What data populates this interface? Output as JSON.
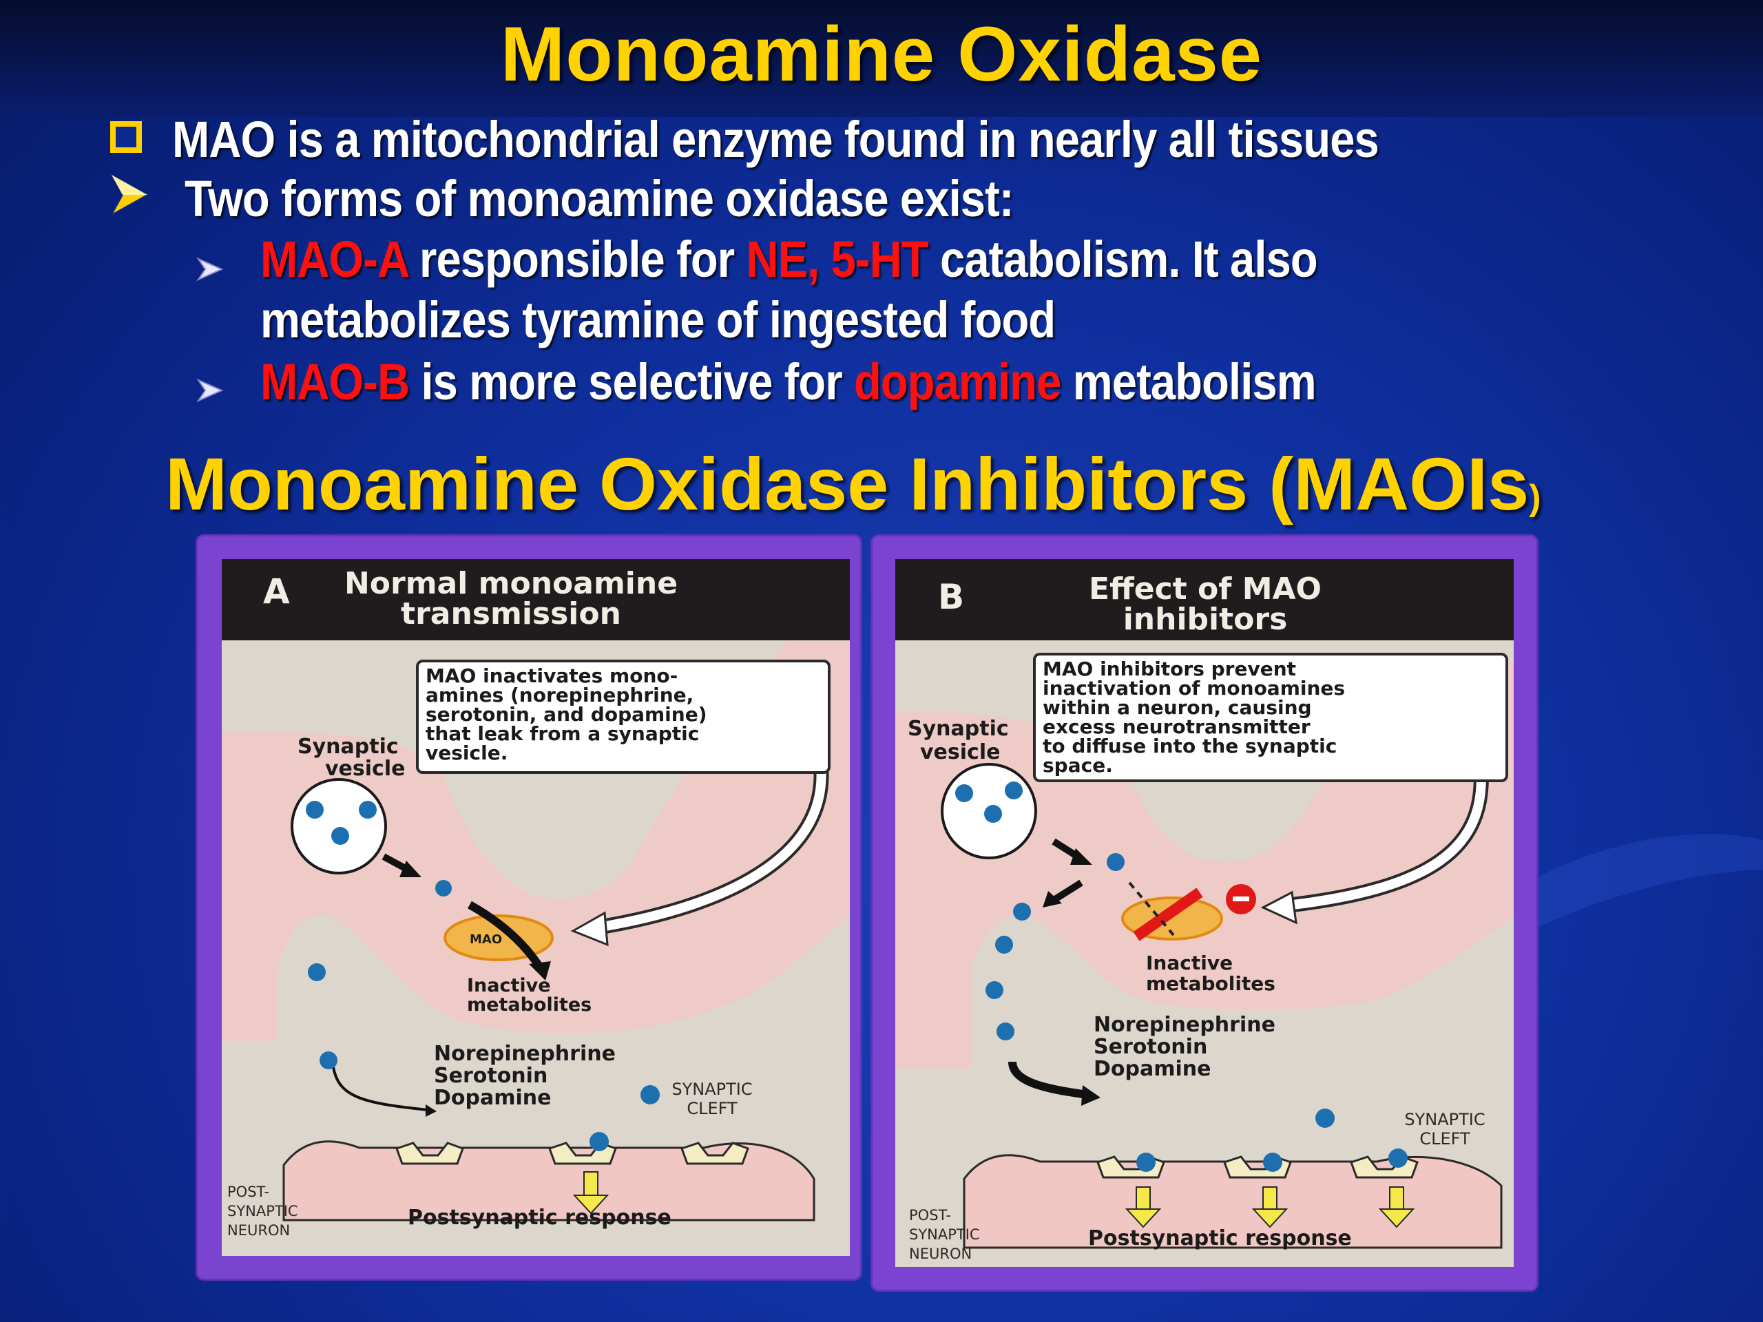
{
  "slide": {
    "title": "Monoamine Oxidase",
    "bullet1": "MAO is a mitochondrial enzyme found in nearly all tissues",
    "bullet2": "Two forms of monoamine oxidase exist:",
    "sub1": {
      "term": "MAO-A",
      "text1": " responsible for ",
      "highlight": "NE, 5-HT",
      "text2": " catabolism. It also",
      "line2": "metabolizes tyramine of ingested food"
    },
    "sub2": {
      "term": "MAO-B",
      "text1": " is more selective for ",
      "highlight": "dopamine",
      "text2": " metabolism"
    },
    "subtitle": "Monoamine Oxidase Inhibitors (MAOIs",
    "subtitle_paren": ")"
  },
  "colors": {
    "title": "#ffd200",
    "highlight": "#ff1010",
    "frame": "#7a44d0",
    "neurotransmitter": "#1d6fb0"
  },
  "panel_a": {
    "letter": "A",
    "title_line1": "Normal monoamine",
    "title_line2": "transmission",
    "callout": [
      "MAO inactivates mono-",
      "amines (norepinephrine,",
      "serotonin, and dopamine)",
      "that leak from a synaptic",
      "vesicle."
    ],
    "vesicle_label": [
      "Synaptic",
      "vesicle"
    ],
    "mao_label": "MAO",
    "inactive_label": [
      "Inactive",
      "metabolites"
    ],
    "nt_list": [
      "Norepinephrine",
      "Serotonin",
      "Dopamine"
    ],
    "cleft_label": [
      "SYNAPTIC",
      "CLEFT"
    ],
    "post_label": [
      "POST-",
      "SYNAPTIC",
      "NEURON"
    ],
    "response_label": "Postsynaptic response"
  },
  "panel_b": {
    "letter": "B",
    "title_line1": "Effect of MAO",
    "title_line2": "inhibitors",
    "callout": [
      "MAO inhibitors prevent",
      "inactivation of monoamines",
      "within a neuron, causing",
      "excess neurotransmitter",
      "to diffuse into the synaptic",
      "space."
    ],
    "vesicle_label": [
      "Synaptic",
      "vesicle"
    ],
    "inactive_label": [
      "Inactive",
      "metabolites"
    ],
    "nt_list": [
      "Norepinephrine",
      "Serotonin",
      "Dopamine"
    ],
    "cleft_label": [
      "SYNAPTIC",
      "CLEFT"
    ],
    "post_label": [
      "POST-",
      "SYNAPTIC",
      "NEURON"
    ],
    "response_label": "Postsynaptic response"
  }
}
